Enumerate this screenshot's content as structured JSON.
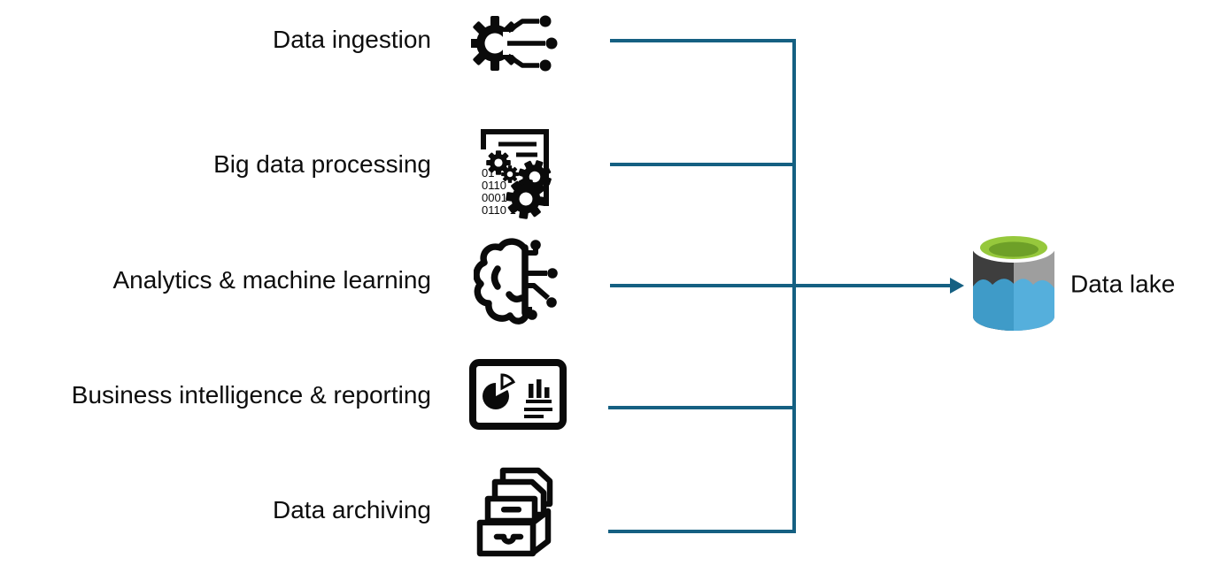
{
  "diagram": {
    "description": "Data lake workloads diagram",
    "text_color": "#0d0d0d"
  },
  "connector": {
    "color": "#156082",
    "width": 4,
    "arrowhead": "right-arrow"
  },
  "sources": [
    {
      "label": "Data ingestion",
      "icon": "gear-circuit-icon"
    },
    {
      "label": "Big data processing",
      "icon": "document-gears-binary-icon",
      "binary_lines": [
        "01",
        "0110",
        "0001",
        "0110 1"
      ]
    },
    {
      "label": "Analytics & machine learning",
      "icon": "brain-circuit-icon"
    },
    {
      "label": "Business intelligence & reporting",
      "icon": "dashboard-pie-bar-icon"
    },
    {
      "label": "Data archiving",
      "icon": "archive-drawer-icon"
    }
  ],
  "target": {
    "label": "Data lake",
    "icon": "data-lake-cylinder-icon",
    "colors": {
      "rim_white": "#ffffff",
      "lid_green": "#96C83C",
      "lid_green_dark": "#6EA028",
      "body_dark_gray": "#3E3E3E",
      "body_light_gray": "#9E9E9E",
      "water_dark_blue": "#3F9BC8",
      "water_light_blue": "#55AFDC"
    }
  }
}
